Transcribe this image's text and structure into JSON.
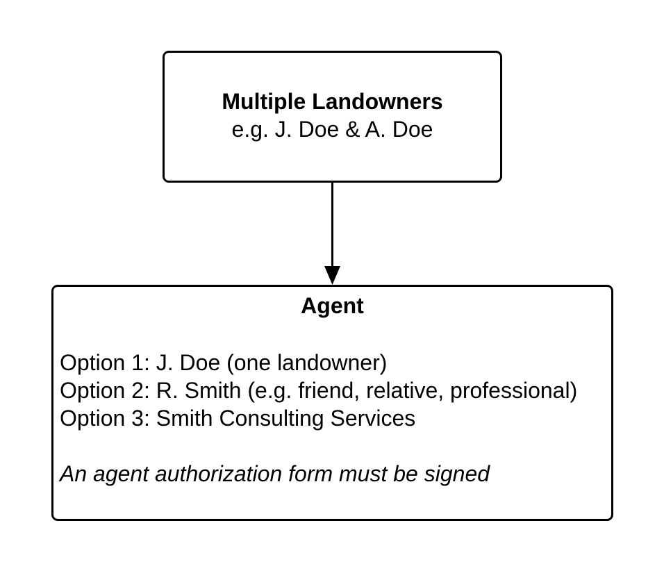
{
  "top_node": {
    "title": "Multiple Landowners",
    "subtitle": "e.g. J. Doe & A. Doe"
  },
  "bottom_node": {
    "title": "Agent",
    "options": [
      "Option 1: J. Doe (one landowner)",
      "Option 2: R. Smith (e.g. friend, relative, professional)",
      "Option 3: Smith Consulting Services"
    ],
    "note": "An agent authorization form must be signed"
  },
  "connector": {
    "from": "Multiple Landowners",
    "to": "Agent",
    "style": "arrow"
  },
  "colors": {
    "stroke": "#000000",
    "background": "#ffffff",
    "text": "#000000"
  }
}
